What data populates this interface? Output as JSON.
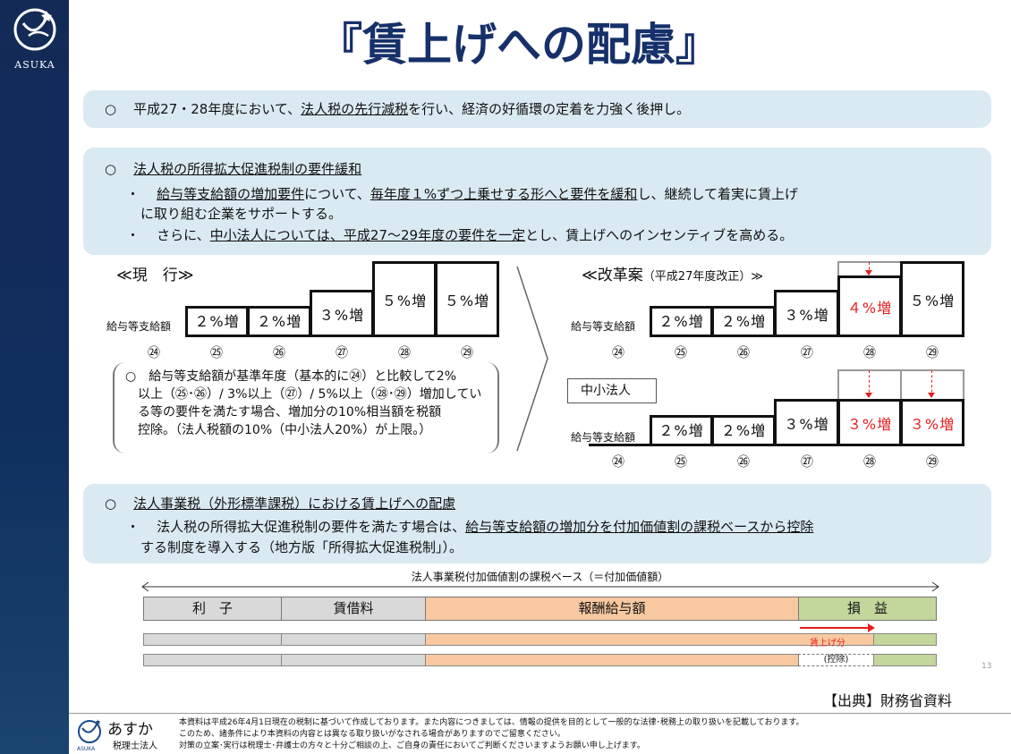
{
  "logo": {
    "text": "ASUKA"
  },
  "title": "『賃上げへの配慮』",
  "section1": {
    "bullet": "○",
    "pre": "平成27・28年度において、",
    "em": "法人税の先行減税",
    "post": "を行い、経済の好循環の定着を力強く後押し。"
  },
  "section2": {
    "bullet": "○",
    "heading": "法人税の所得拡大促進税制の要件緩和",
    "b1_dot": "・",
    "b1_em1": "給与等支給額の増加要件",
    "b1_mid": "について、",
    "b1_em2": "毎年度１%ずつ上乗せする形へと要件を緩和",
    "b1_post": "し、継続して着実に賃上げ",
    "b1_cont": "に取り組む企業をサポートする。",
    "b2_dot": "・",
    "b2_pre": "さらに、",
    "b2_em": "中小法人については、平成27〜29年度の要件を一定",
    "b2_post": "とし、賃上げへのインセンティブを高める。"
  },
  "current": {
    "heading": "≪現　行≫",
    "row_label": "給与等支給額",
    "steps": [
      "",
      "２%増",
      "２%増",
      "３%増",
      "５%増",
      "５%増"
    ],
    "years": [
      "㉔",
      "㉕",
      "㉖",
      "㉗",
      "㉘",
      "㉙"
    ]
  },
  "note": {
    "lines": [
      "○　給与等支給額が基準年度（基本的に㉔）と比較して2%",
      "以上（㉕･㉖）/ 3%以上（㉗）/ 5%以上（㉘･㉙）増加してい",
      "る等の要件を満たす場合、増加分の10%相当額を税額",
      "控除。（法人税額の10%（中小法人20%）が上限。）"
    ]
  },
  "reform": {
    "heading": "≪改革案",
    "sub": "（平成27年度改正）≫",
    "row_label": "給与等支給額",
    "steps": [
      "",
      "２%増",
      "２%増",
      "３%増",
      "４%増",
      "５%増"
    ],
    "years": [
      "㉔",
      "㉕",
      "㉖",
      "㉗",
      "㉘",
      "㉙"
    ]
  },
  "sme": {
    "label": "中小法人",
    "row_label": "給与等支給額",
    "steps": [
      "",
      "２%増",
      "２%増",
      "３%増",
      "３%増",
      "３%増"
    ],
    "years": [
      "㉔",
      "㉕",
      "㉖",
      "㉗",
      "㉘",
      "㉙"
    ]
  },
  "section3": {
    "bullet": "○",
    "heading": "法人事業税（外形標準課税）における賃上げへの配慮",
    "dot": "・",
    "pre": "法人税の所得拡大促進税制の要件を満たす場合は、",
    "em": "給与等支給額の増加分を付加価値割の課税ベースから控除",
    "cont": "する制度を導入する（地方版「所得拡大促進税制」）。"
  },
  "base_chart": {
    "title": "法人事業税付加価値割の課税ベース（＝付加価値額）",
    "segments": [
      "利　子",
      "賃借料",
      "報酬給与額",
      "損　益"
    ],
    "raise_label": "賃上げ分",
    "deduct_label": "(控除)",
    "colors": {
      "gray": "#d9d9d9",
      "orange": "#f8c9a0",
      "green": "#c3d69b",
      "red": "#e61e1e"
    }
  },
  "page_number": "13",
  "source": "【出典】財務省資料",
  "footer": {
    "brand": "あすか",
    "brand_sub": "税理士法人",
    "brand_en": "ASUKA",
    "lines": [
      "本資料は平成26年4月1日現在の税制に基づいて作成しております。また内容につきましては、情報の提供を目的として一般的な法律･税務上の取り扱いを記載しております。",
      "このため、諸条件により本資料の内容とは異なる取り扱いがなされる場合がありますのでご留意ください。",
      "対策の立案･実行は税理士･弁護士の方々と十分ご相談の上、ご自身の責任においてご判断くださいますようお願い申し上げます。"
    ]
  }
}
